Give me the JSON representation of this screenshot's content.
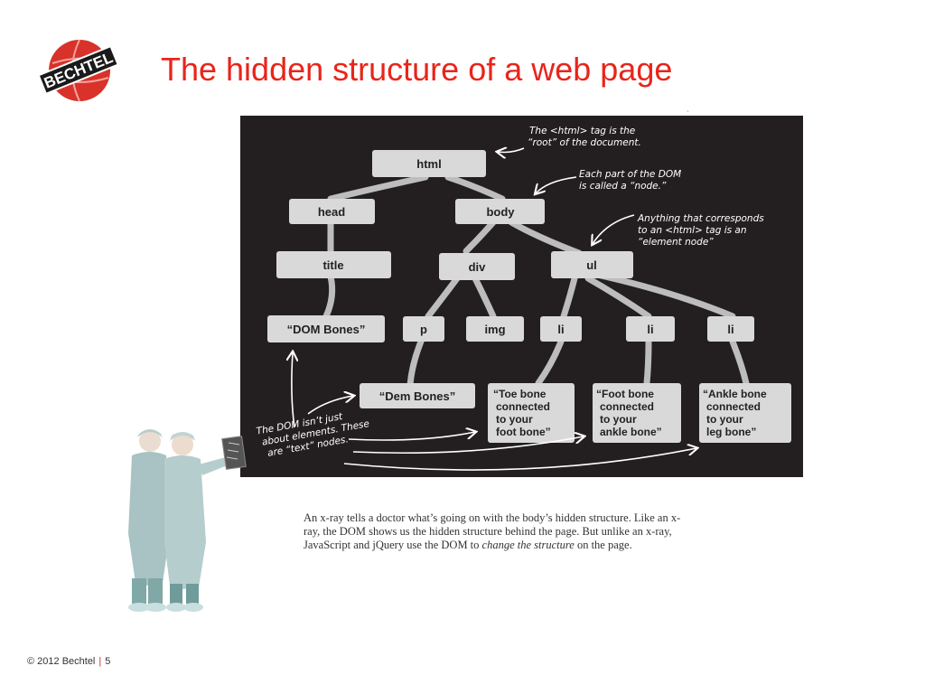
{
  "slide": {
    "title": "The hidden structure of a web page",
    "logo_text": "BECHTEL",
    "footer_copyright": "© 2012 Bechtel",
    "footer_separator": "|",
    "page_number": "5"
  },
  "diagram": {
    "nodes": {
      "html": "html",
      "head": "head",
      "body": "body",
      "title": "title",
      "div": "div",
      "ul": "ul",
      "dom_bones": "“DOM Bones”",
      "p": "p",
      "img": "img",
      "li1": "li",
      "li2": "li",
      "li3": "li",
      "dem_bones": "“Dem Bones”",
      "toe_1": "“Toe bone",
      "toe_2": "connected",
      "toe_3": "to your",
      "toe_4": "foot bone”",
      "foot_1": "“Foot bone",
      "foot_2": "connected",
      "foot_3": "to your",
      "foot_4": "ankle bone”",
      "ankle_1": "“Ankle bone",
      "ankle_2": "connected",
      "ankle_3": "to your",
      "ankle_4": "leg bone”"
    },
    "annotations": {
      "root_1": "The <html> tag is the",
      "root_2": "“root” of the document.",
      "node_1": "Each part of the DOM",
      "node_2": "is called a “node.”",
      "element_1": "Anything that corresponds",
      "element_2": "to an <html> tag is an",
      "element_3": "“element node”",
      "text_1": "The DOM isn’t just",
      "text_2": "about elements. These",
      "text_3": "are “text” nodes."
    },
    "colors": {
      "board": "#231f20",
      "node_fill": "#d9d9d9",
      "line": "#bdbdbd",
      "annotation": "#ffffff",
      "title": "#e8251b"
    }
  },
  "caption": {
    "part1": "An x-ray tells a doctor what’s going on with the body’s hidden structure. Like an x-ray, the DOM shows us the hidden structure behind the page. But unlike an x-ray, JavaScript and jQuery use the DOM to ",
    "emphasis": "change the structure",
    "part2": " on the page."
  }
}
